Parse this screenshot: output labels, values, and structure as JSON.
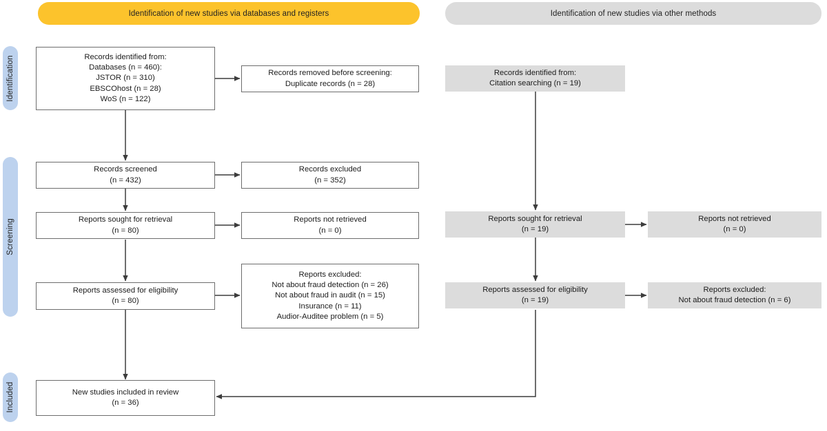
{
  "headers": {
    "databases": "Identification of new studies via databases and registers",
    "other": "Identification of new studies via other methods"
  },
  "stages": {
    "identification": "Identification",
    "screening": "Screening",
    "included": "Included"
  },
  "colors": {
    "header_databases_bg": "#fcc32c",
    "header_other_bg": "#dcdcdc",
    "stage_pill_bg": "#bdd2ee",
    "box_border": "#6d6d6d",
    "box_fill_right": "#dcdcdc",
    "box_fill_left": "#ffffff",
    "arrow": "#3c3c3c"
  },
  "left": {
    "records_identified": [
      "Records identified from:",
      "Databases (n = 460):",
      "JSTOR (n = 310)",
      "EBSCOhost (n = 28)",
      "WoS (n = 122)"
    ],
    "records_removed": [
      "Records removed before screening:",
      "Duplicate records (n = 28)"
    ],
    "records_screened": [
      "Records screened",
      "(n = 432)"
    ],
    "records_excluded": [
      "Records excluded",
      "(n = 352)"
    ],
    "reports_sought": [
      "Reports sought for retrieval",
      "(n = 80)"
    ],
    "reports_not_retrieved": [
      "Reports not retrieved",
      "(n = 0)"
    ],
    "reports_assessed": [
      "Reports assessed for eligibility",
      "(n = 80)"
    ],
    "reports_excluded": [
      "Reports excluded:",
      "Not about fraud detection (n = 26)",
      "Not about fraud in audit (n = 15)",
      "Insurance (n = 11)",
      "Audior-Auditee problem (n = 5)"
    ],
    "new_studies_included": [
      "New studies included in review",
      "(n = 36)"
    ]
  },
  "right": {
    "records_identified": [
      "Records identified from:",
      "Citation searching (n = 19)"
    ],
    "reports_sought": [
      "Reports sought for retrieval",
      "(n = 19)"
    ],
    "reports_not_retrieved": [
      "Reports not retrieved",
      "(n = 0)"
    ],
    "reports_assessed": [
      "Reports assessed for eligibility",
      "(n = 19)"
    ],
    "reports_excluded": [
      "Reports excluded:",
      "Not about fraud detection (n = 6)"
    ]
  }
}
